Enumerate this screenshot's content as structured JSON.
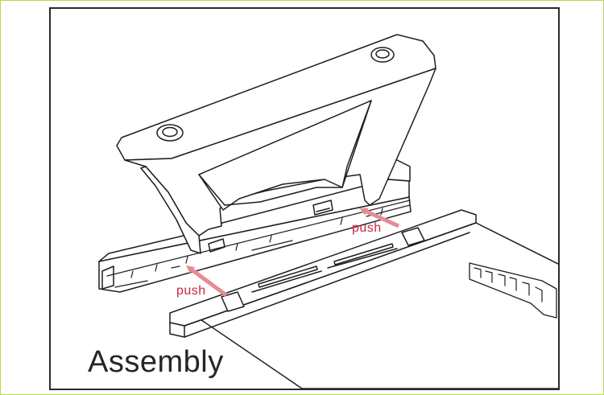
{
  "labels": {
    "push_right": "push",
    "push_left": "push",
    "caption": "Assembly"
  },
  "colors": {
    "arrow": "#e68b95",
    "push_text": "#c8283c",
    "line": "#1e1e1e",
    "frame_border": "#2a2a2a",
    "outer_border": "#b8d94a"
  }
}
